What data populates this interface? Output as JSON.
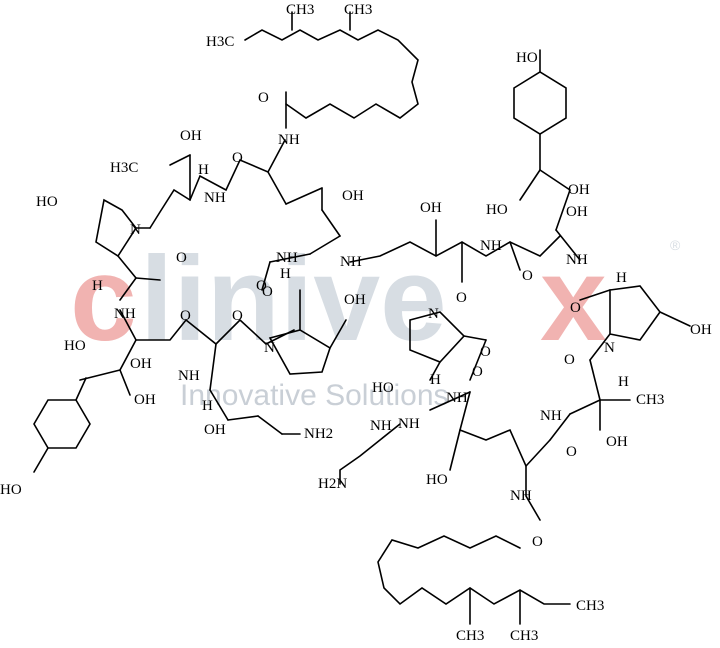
{
  "watermark": {
    "brand": "clinivex",
    "tagline": "Innovative Solutions",
    "mark": "®",
    "colors": {
      "c": "#f1b3b1",
      "x": "#f1b3b1",
      "rest": "#d7dde3",
      "tagline": "#c9cfd6"
    }
  },
  "labels": {
    "top_ch3_a": "CH3",
    "top_ch3_b": "CH3",
    "top_h3c": "H3C",
    "top_o_amide": "O",
    "top_nh": "NH",
    "tyr_ho": "HO",
    "thr1_oh": "OH",
    "thr1_h3c": "H3C",
    "thr1_h": "H",
    "thr1_nh": "NH",
    "thr1_o1": "O",
    "hyp1_ho": "HO",
    "hyp1_n": "N",
    "hyp1_o": "O",
    "hyp1_h": "H",
    "orn_oh": "OH",
    "orn_nh": "NH",
    "orn_nh_link": "NH",
    "orn_o": "O",
    "tyr2_ho": "HO",
    "tyr2_oh": "OH",
    "tyr2_oh2": "OH",
    "tyr2_nh": "NH",
    "tyr2_o": "O",
    "tyr2_ho2": "HO",
    "orn2_nh": "NH",
    "orn2_o": "O",
    "orn2_h": "H",
    "orn2_oh": "OH",
    "orn2_nh2": "NH2",
    "hyp2_n": "N",
    "hyp2_oh": "OH",
    "hyp2_o": "O",
    "hyp2_h": "H",
    "tyr3_oh_top": "OH",
    "tyr3_ho": "HO",
    "tyr3_oh": "OH",
    "tyr3_nh": "NH",
    "tyr3_o": "O",
    "mid_oh": "OH",
    "mid_nh": "NH",
    "mid_o": "O",
    "hyp3_n": "N",
    "hyp3_o": "O",
    "hyp3_ho": "HO",
    "hyp3_h": "H",
    "hyp4_h": "H",
    "hyp4_n": "N",
    "hyp4_oh": "OH",
    "hyp4_o": "O",
    "hyp4_o2": "O",
    "thr2_h": "H",
    "thr2_nh": "NH",
    "thr2_ch3": "CH3",
    "thr2_oh": "OH",
    "thr2_o": "O",
    "orn3_nh": "NH",
    "orn3_o": "O",
    "orn3_ho": "HO",
    "orn3_nh_link": "NH",
    "bottom_nh": "NH",
    "bottom_o": "O",
    "eda_h2n": "H2N",
    "eda_nh": "NH",
    "bottom_ch3_a": "CH3",
    "bottom_ch3_b": "CH3",
    "bottom_ch3_c": "CH3"
  }
}
